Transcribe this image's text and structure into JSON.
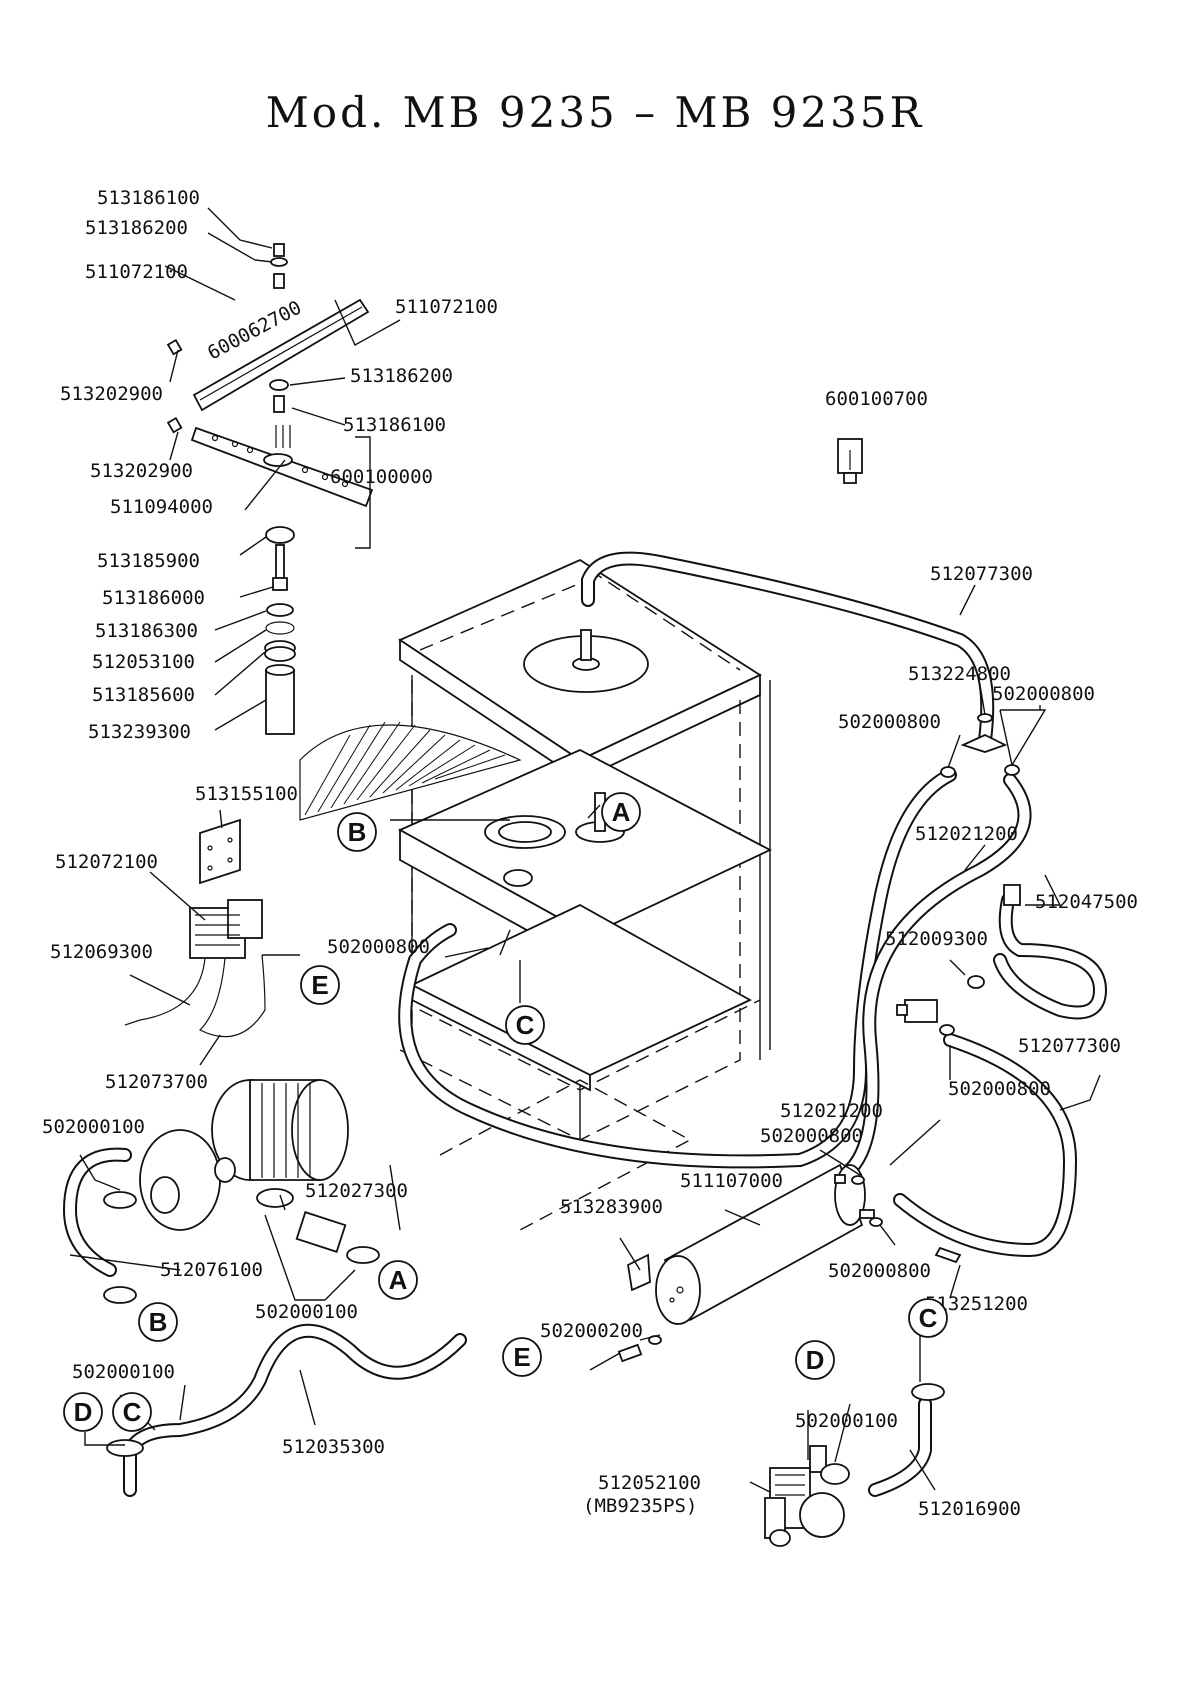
{
  "title": "Mod. MB 9235 – MB 9235R",
  "part_labels": [
    {
      "id": "p1",
      "text": "513186100"
    },
    {
      "id": "p2",
      "text": "513186200"
    },
    {
      "id": "p3",
      "text": "511072100"
    },
    {
      "id": "p4",
      "text": "511072100"
    },
    {
      "id": "p5",
      "text": "600062700"
    },
    {
      "id": "p6",
      "text": "513202900"
    },
    {
      "id": "p7",
      "text": "513186200"
    },
    {
      "id": "p8",
      "text": "513186100"
    },
    {
      "id": "p9",
      "text": "513202900"
    },
    {
      "id": "p10",
      "text": "600100000"
    },
    {
      "id": "p11",
      "text": "511094000"
    },
    {
      "id": "p12",
      "text": "513185900"
    },
    {
      "id": "p13",
      "text": "513186000"
    },
    {
      "id": "p14",
      "text": "513186300"
    },
    {
      "id": "p15",
      "text": "512053100"
    },
    {
      "id": "p16",
      "text": "513185600"
    },
    {
      "id": "p17",
      "text": "513239300"
    },
    {
      "id": "p18",
      "text": "600100700"
    },
    {
      "id": "p19",
      "text": "512077300"
    },
    {
      "id": "p20",
      "text": "513224800"
    },
    {
      "id": "p21",
      "text": "502000800"
    },
    {
      "id": "p22",
      "text": "502000800"
    },
    {
      "id": "p23",
      "text": "513155100"
    },
    {
      "id": "p24",
      "text": "512072100"
    },
    {
      "id": "p25",
      "text": "512021200"
    },
    {
      "id": "p26",
      "text": "512047500"
    },
    {
      "id": "p27",
      "text": "512009300"
    },
    {
      "id": "p28",
      "text": "512069300"
    },
    {
      "id": "p29",
      "text": "502000800"
    },
    {
      "id": "p30",
      "text": "512077300"
    },
    {
      "id": "p31",
      "text": "502000800"
    },
    {
      "id": "p32",
      "text": "512073700"
    },
    {
      "id": "p33",
      "text": "512021200"
    },
    {
      "id": "p34",
      "text": "502000800"
    },
    {
      "id": "p35",
      "text": "502000100"
    },
    {
      "id": "p36",
      "text": "511107000"
    },
    {
      "id": "p37",
      "text": "512027300"
    },
    {
      "id": "p38",
      "text": "513283900"
    },
    {
      "id": "p39",
      "text": "512076100"
    },
    {
      "id": "p40",
      "text": "502000800"
    },
    {
      "id": "p41",
      "text": "513251200"
    },
    {
      "id": "p42",
      "text": "502000100"
    },
    {
      "id": "p43",
      "text": "502000200"
    },
    {
      "id": "p44",
      "text": "502000100"
    },
    {
      "id": "p45",
      "text": "502000100"
    },
    {
      "id": "p46",
      "text": "512035300"
    },
    {
      "id": "p47",
      "text": "512052100"
    },
    {
      "id": "p48",
      "text": "(MB9235PS)"
    },
    {
      "id": "p49",
      "text": "512016900"
    }
  ],
  "callouts": [
    {
      "id": "c1",
      "letter": "A"
    },
    {
      "id": "c2",
      "letter": "B"
    },
    {
      "id": "c3",
      "letter": "C"
    },
    {
      "id": "c4",
      "letter": "E"
    },
    {
      "id": "c5",
      "letter": "A"
    },
    {
      "id": "c6",
      "letter": "B"
    },
    {
      "id": "c7",
      "letter": "E"
    },
    {
      "id": "c8",
      "letter": "D"
    },
    {
      "id": "c9",
      "letter": "C"
    },
    {
      "id": "c10",
      "letter": "D"
    },
    {
      "id": "c11",
      "letter": "C"
    }
  ]
}
